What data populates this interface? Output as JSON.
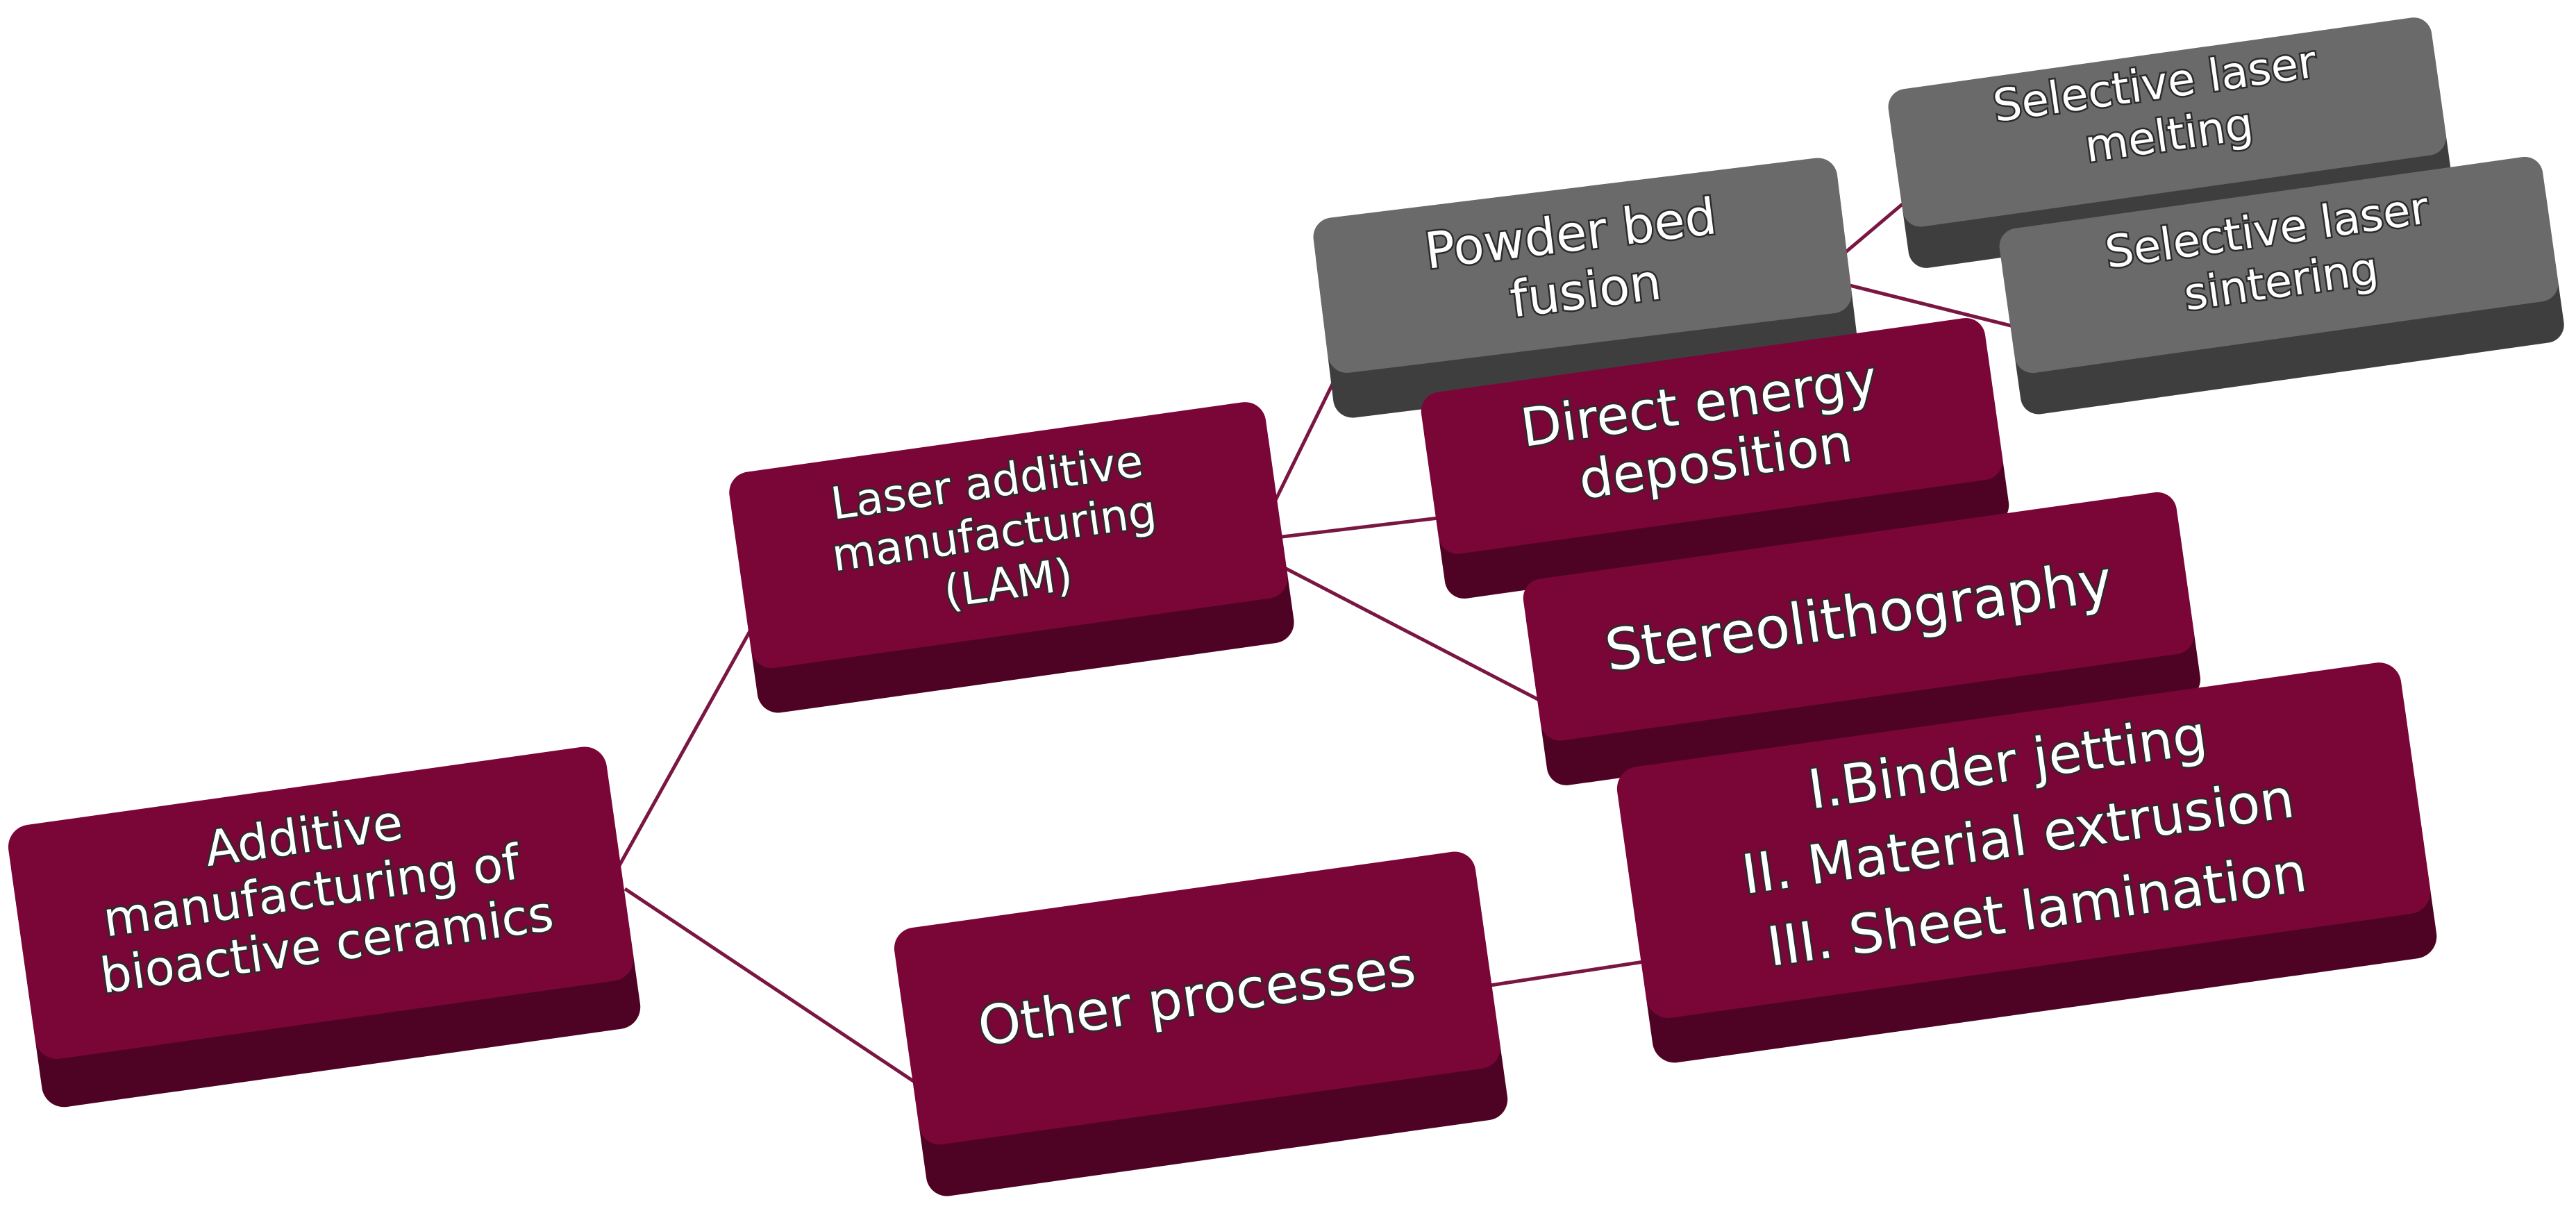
{
  "colors": {
    "maroon_face": "#7a0638",
    "maroon_side": "#4f0324",
    "gray_face": "#6b6a6a",
    "gray_side": "#3f3e3e",
    "connector": "#7a1642",
    "label_text": "#ffffff",
    "label_outline": "#2b2b2b"
  },
  "nodes": {
    "root": {
      "lines": [
        "Additive",
        "manufacturing of",
        "bioactive ceramics"
      ]
    },
    "lam": {
      "lines": [
        "Laser additive",
        "manufacturing",
        "(LAM)"
      ]
    },
    "other_processes": {
      "lines": [
        "Other processes"
      ]
    },
    "powder_bed_fusion": {
      "lines": [
        "Powder bed",
        "fusion"
      ]
    },
    "direct_energy_deposition": {
      "lines": [
        "Direct energy",
        "deposition"
      ]
    },
    "stereolithography": {
      "lines": [
        "Stereolithography"
      ]
    },
    "other_list": {
      "lines": [
        "I.Binder jetting",
        "II. Material extrusion",
        "III. Sheet lamination"
      ]
    },
    "slm": {
      "lines": [
        "Selective laser",
        "melting"
      ]
    },
    "sls": {
      "lines": [
        "Selective laser",
        "sintering"
      ]
    }
  }
}
